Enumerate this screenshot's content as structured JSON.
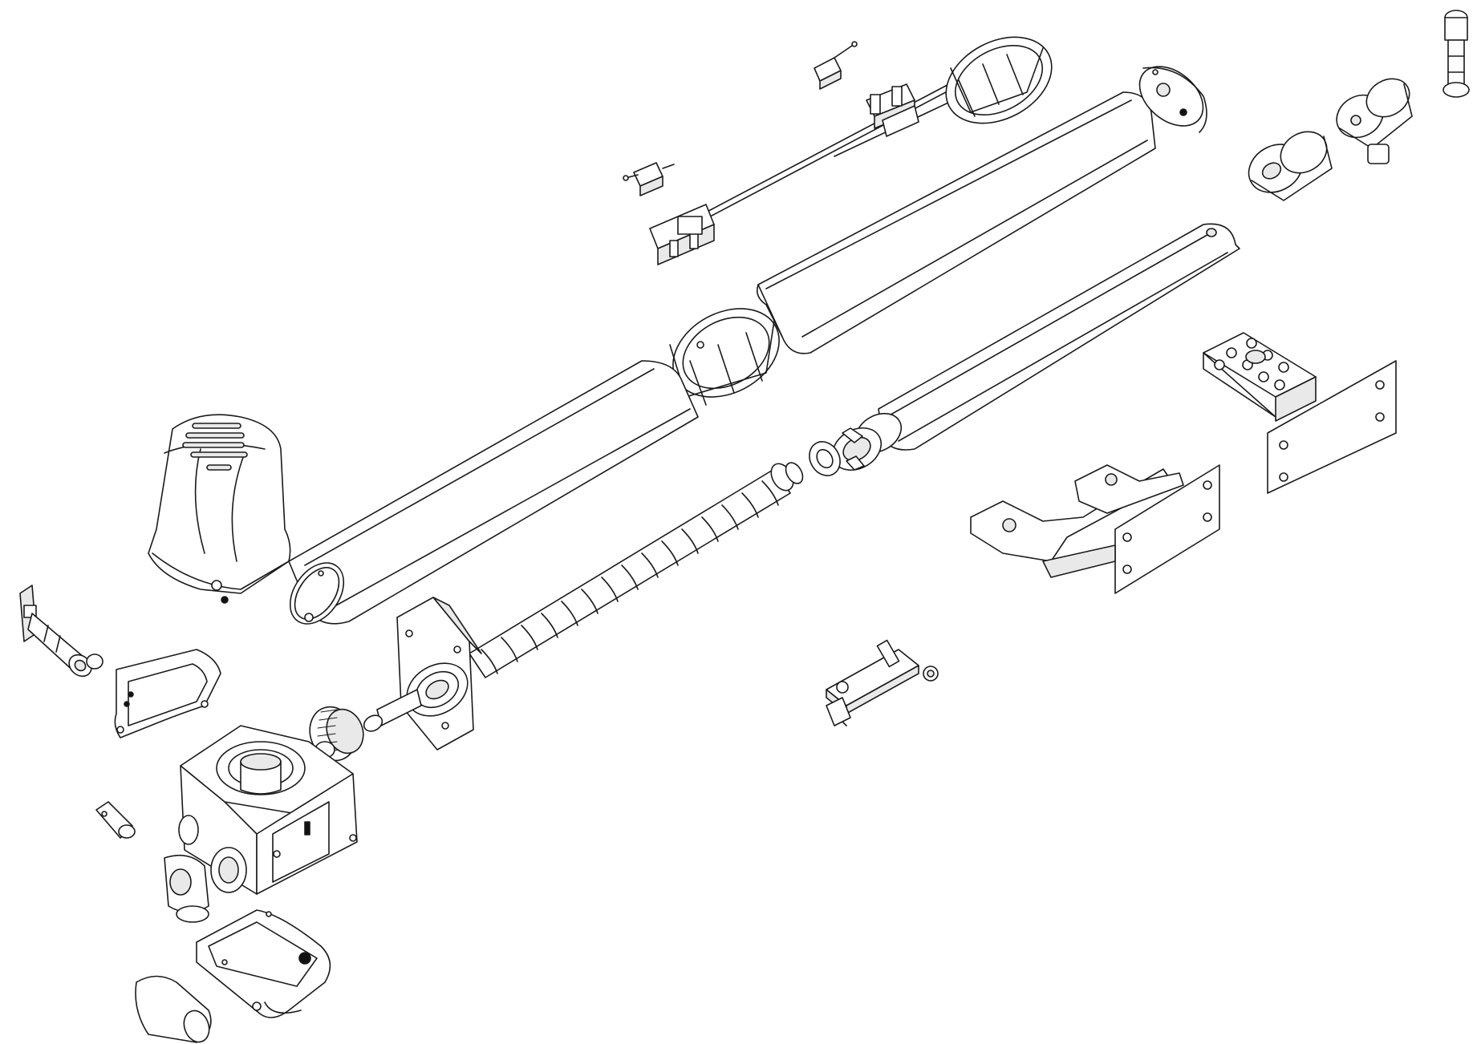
{
  "diagram": {
    "type": "exploded-parts-view",
    "colors": {
      "background": "#ffffff",
      "line": "#1a1a1a",
      "fill": "#ffffff",
      "shade": "#e9e9e9",
      "dark": "#111111"
    },
    "parts": [
      {
        "id": "rear-cap",
        "icon": "rear-cap-icon"
      },
      {
        "id": "gear-housing",
        "icon": "gear-housing-icon"
      },
      {
        "id": "motor-cover",
        "icon": "motor-cover-icon"
      },
      {
        "id": "front-bracket",
        "icon": "front-bracket-icon"
      },
      {
        "id": "rear-bracket",
        "icon": "rear-bracket-icon"
      }
    ]
  }
}
